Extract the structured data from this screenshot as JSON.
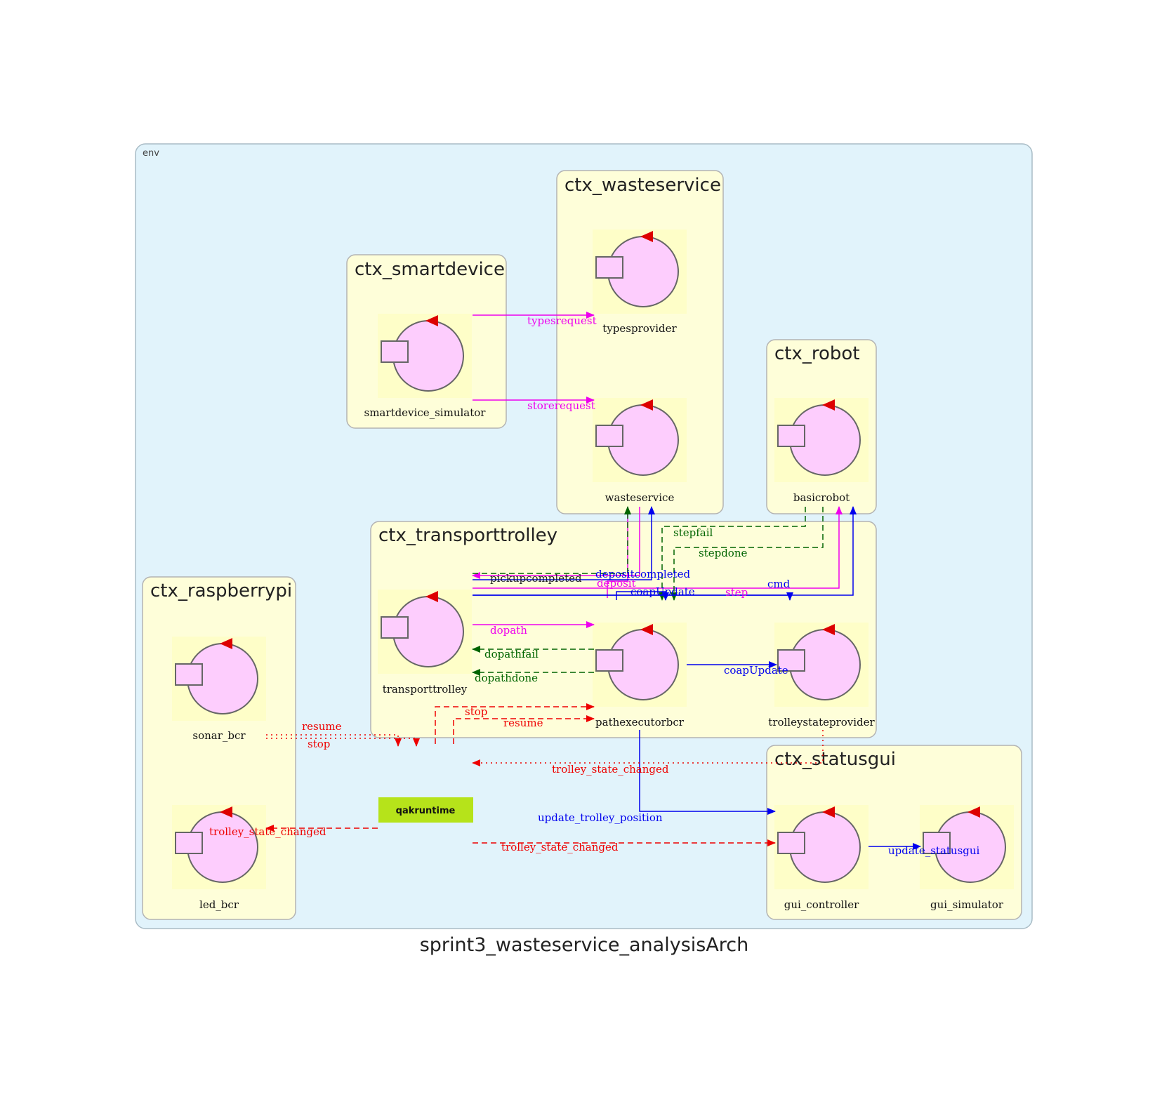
{
  "title": "sprint3_wasteservice_analysisArch",
  "env": {
    "label": "env"
  },
  "colors": {
    "env_bg": "#e1f3fb",
    "ctx_bg": "#fefed9",
    "actor_fill": "#fdcdfd",
    "request": "#ee00ee",
    "reply": "#006400",
    "dispatch": "#0000ee",
    "event": "#ee0000",
    "runtime": "#b6e31a"
  },
  "contexts": {
    "smartdevice": {
      "title": "ctx_smartdevice"
    },
    "wasteservice": {
      "title": "ctx_wasteservice"
    },
    "robot": {
      "title": "ctx_robot"
    },
    "transporttrolley": {
      "title": "ctx_transporttrolley"
    },
    "raspberrypi": {
      "title": "ctx_raspberrypi"
    },
    "statusgui": {
      "title": "ctx_statusgui"
    }
  },
  "actors": {
    "smartdevice_simulator": "smartdevice_simulator",
    "typesprovider": "typesprovider",
    "wasteservice": "wasteservice",
    "basicrobot": "basicrobot",
    "transporttrolley": "transporttrolley",
    "pathexecutorbcr": "pathexecutorbcr",
    "trolleystateprovider": "trolleystateprovider",
    "sonar_bcr": "sonar_bcr",
    "led_bcr": "led_bcr",
    "gui_controller": "gui_controller",
    "gui_simulator": "gui_simulator"
  },
  "runtime": {
    "label": "qakruntime"
  },
  "messages": {
    "typesrequest": "typesrequest",
    "storerequest": "storerequest",
    "stepfail": "stepfail",
    "stepdone": "stepdone",
    "pickupcompleted": "pickupcompleted",
    "depositcompleted": "depositcompleted",
    "deposit": "deposit",
    "cmd": "cmd",
    "coapUpdate_top": "coapUpdate",
    "step": "step",
    "dopath": "dopath",
    "dopathfail": "dopathfail",
    "dopathdone": "dopathdone",
    "coapUpdate_mid": "coapUpdate",
    "stop_top": "stop",
    "resume_top": "resume",
    "resume_left": "resume",
    "stop_left": "stop",
    "trolley_state_changed_1": "trolley_state_changed",
    "trolley_state_changed_2": "trolley_state_changed",
    "trolley_state_changed_3": "trolley_state_changed",
    "update_trolley_position": "update_trolley_position",
    "update_statusgui": "update_statusgui"
  }
}
